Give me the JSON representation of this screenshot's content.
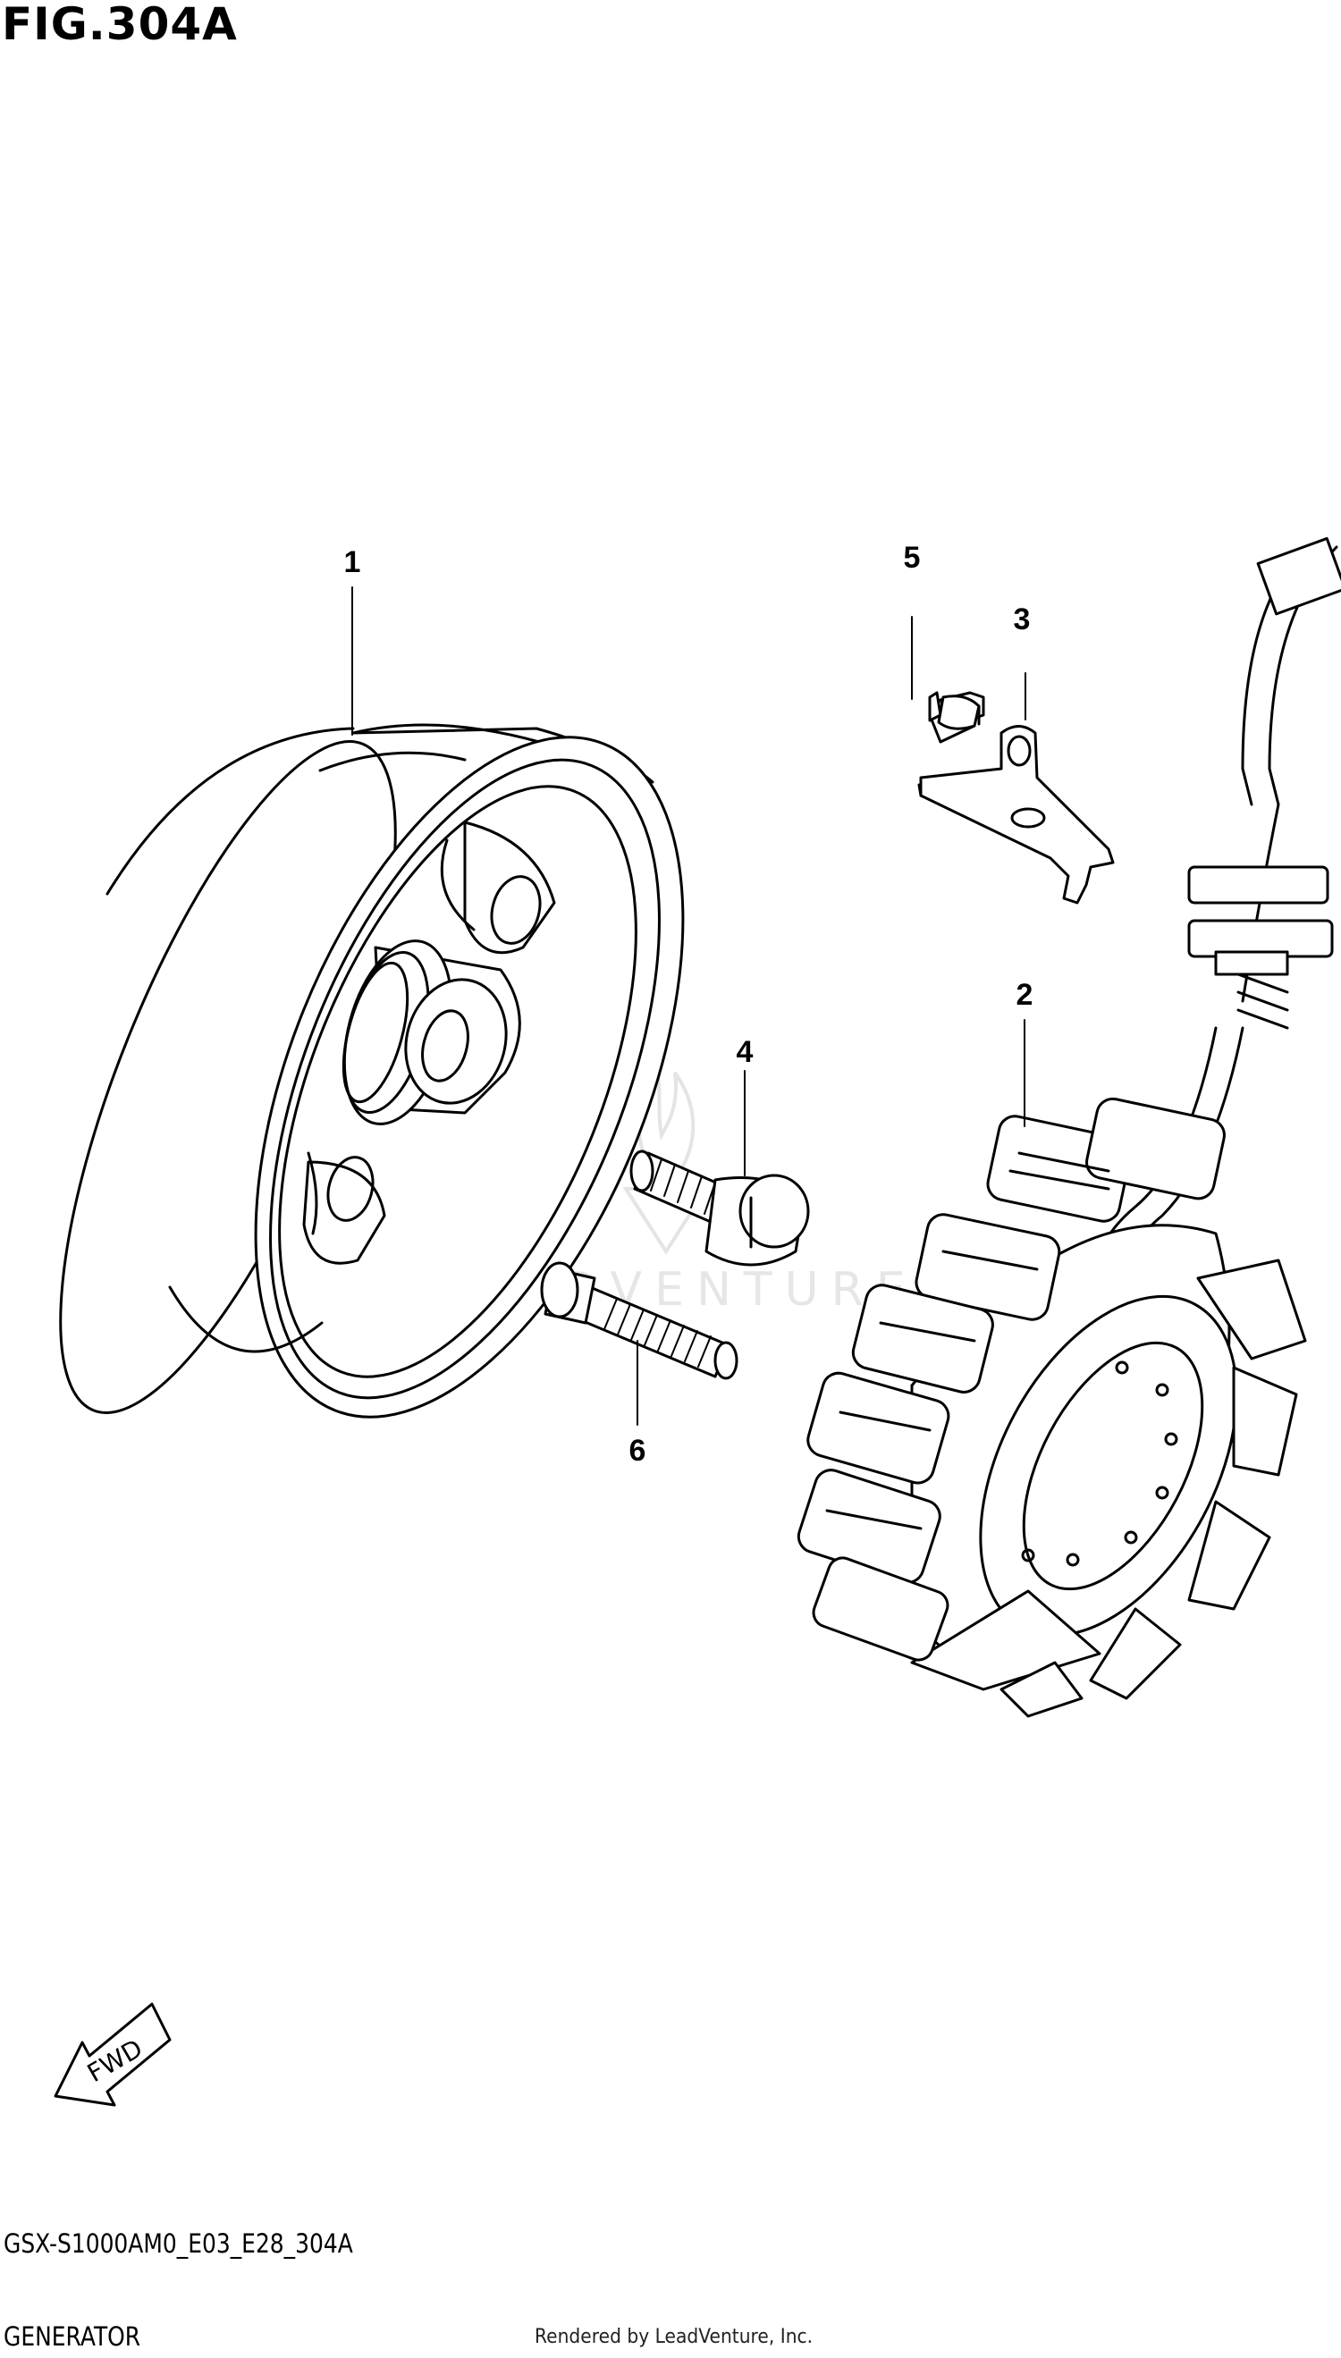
{
  "figure": {
    "title": "FIG.304A",
    "code": "GSX-S1000AM0_E03_E28_304A",
    "name": "GENERATOR",
    "credit": "Rendered by LeadVenture, Inc."
  },
  "callouts": [
    "1",
    "2",
    "3",
    "4",
    "5",
    "6"
  ],
  "direction_arrow": {
    "label": "FWD"
  },
  "watermark": {
    "text": "LEADVENTURE"
  }
}
